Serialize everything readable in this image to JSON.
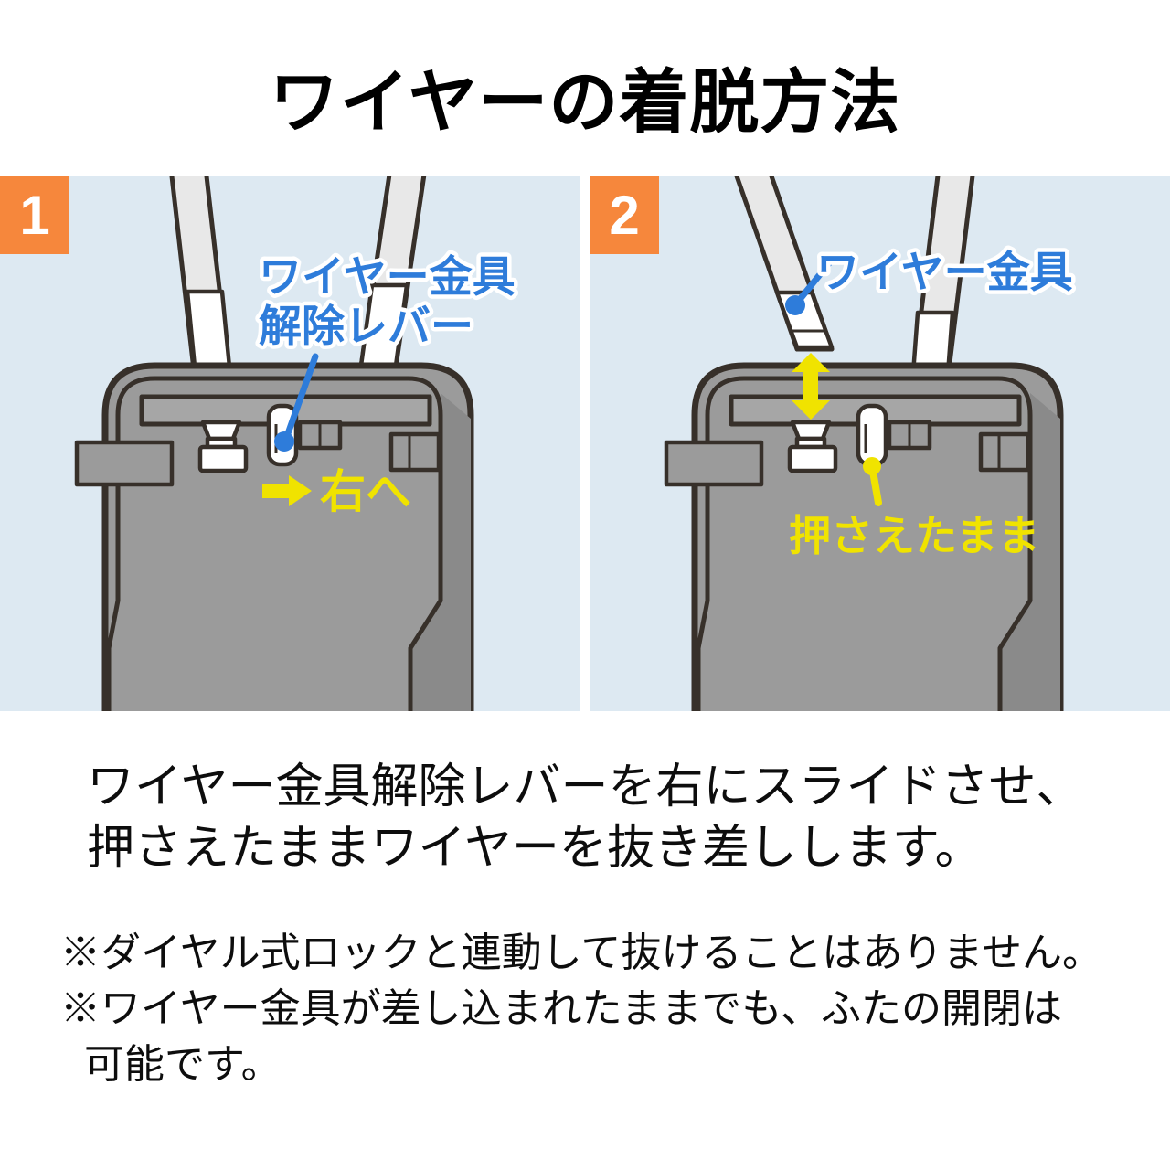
{
  "title": "ワイヤーの着脱方法",
  "panel1": {
    "badge": "1",
    "label_lever_line1": "ワイヤー金具",
    "label_lever_line2": "解除レバー",
    "label_direction": "右へ"
  },
  "panel2": {
    "badge": "2",
    "label_fitting": "ワイヤー金具",
    "label_hold": "押さえたまま"
  },
  "description": {
    "line1": "ワイヤー金具解除レバーを右にスライドさせ、",
    "line2": "押さえたままワイヤーを抜き差しします。"
  },
  "notes": {
    "note1": "※ダイヤル式ロックと連動して抜けることはありません。",
    "note2_line1": "※ワイヤー金具が差し込まれたままでも、ふたの開閉は",
    "note2_line2": "可能です。"
  },
  "colors": {
    "accent_orange": "#f6873c",
    "annotation_blue": "#2e7cda",
    "annotation_yellow": "#f0e300",
    "panel_background": "#dde9f2",
    "box_gray": "#9b9b9b",
    "outline_dark": "#37302a"
  }
}
